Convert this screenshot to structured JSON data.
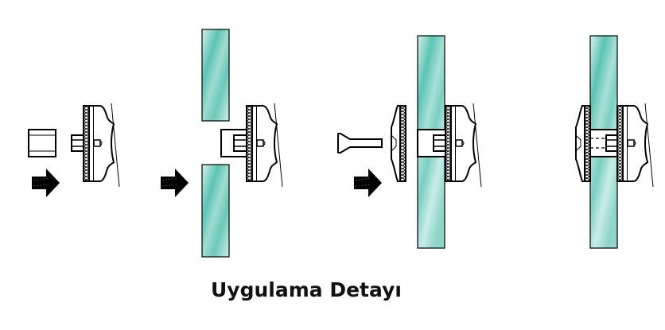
{
  "title": "Uygulama Detayı",
  "colors": {
    "glass": "#5cc4b4",
    "glass_light": "#cfeeea",
    "line": "#000000"
  },
  "steps": [
    "step-1",
    "step-2",
    "step-3",
    "step-4"
  ]
}
